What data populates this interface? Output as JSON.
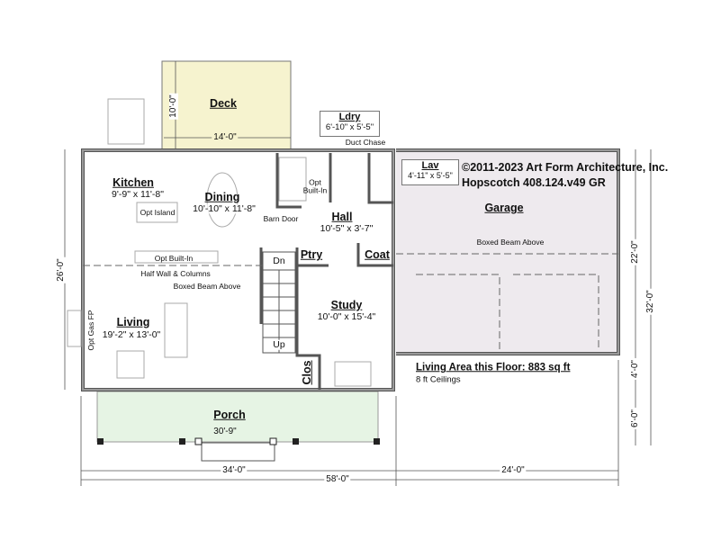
{
  "rooms": {
    "deck": {
      "name": "Deck",
      "depth": "10'-0\"",
      "width": "14'-0\""
    },
    "ldry": {
      "name": "Ldry",
      "size": "6'-10\" x 5'-5\""
    },
    "duct_chase": "Duct Chase",
    "kitchen": {
      "name": "Kitchen",
      "size": "9'-9\" x 11'-8\""
    },
    "dining": {
      "name": "Dining",
      "size": "10'-10\" x 11'-8\""
    },
    "opt_island": "Opt Island",
    "opt_built_in_ldry": "Opt Built-In",
    "barn_door": "Barn Door",
    "hall": {
      "name": "Hall",
      "size": "10'-5\" x 3'-7\""
    },
    "lav": {
      "name": "Lav",
      "size": "4'-11\" x 5'-5\""
    },
    "ptry": "Ptry",
    "coat": "Coat",
    "opt_built_in_kitchen": "Opt Built-In",
    "half_wall": "Half Wall & Columns",
    "boxed_beam": "Boxed Beam Above",
    "stairs_dn": "Dn",
    "stairs_up": "Up",
    "living": {
      "name": "Living",
      "size": "19'-2\" x 13'-0\""
    },
    "opt_gas_fp": "Opt Gas FP",
    "study": {
      "name": "Study",
      "size": "10'-0\" x 15'-4\""
    },
    "clos": "Clos",
    "porch": {
      "name": "Porch",
      "width": "30'-9\""
    },
    "garage": {
      "name": "Garage",
      "beam": "Boxed Beam Above"
    }
  },
  "info": {
    "copyright": "©2011-2023 Art Form Architecture, Inc.",
    "plan_name": "Hopscotch 408.124.v49 GR",
    "living_area": "Living Area this Floor: 883 sq ft",
    "ceilings": "8 ft Ceilings"
  },
  "dimensions": {
    "left": "26'-0\"",
    "bottom_house": "34'-0\"",
    "bottom_total": "58'-0\"",
    "bottom_garage": "24'-0\"",
    "right_garage": "22'-0\"",
    "right_4": "4'-0\"",
    "right_6": "6'-0\"",
    "right_total": "32'-0\""
  },
  "colors": {
    "deck": "#f6f3cf",
    "porch": "#e6f4e4",
    "garage": "#eeeaee",
    "wall": "#9a9a9a"
  }
}
